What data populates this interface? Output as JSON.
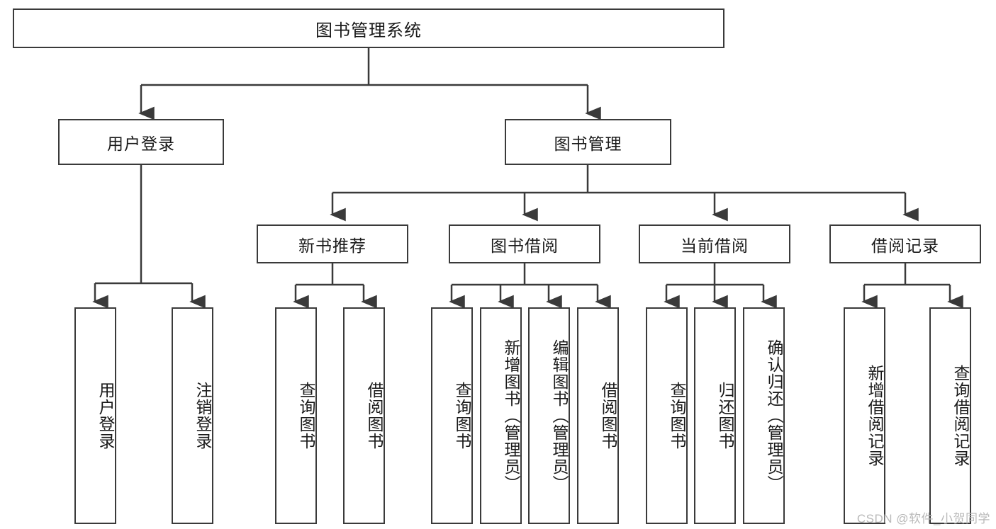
{
  "diagram": {
    "title": "图书管理系统",
    "watermark": "CSDN @软件_小贺同学",
    "colors": {
      "stroke": "#3a3a3a",
      "box_fill": "#ffffff",
      "text": "#1a1a1a",
      "watermark": "#b9b9b9",
      "background": "#ffffff"
    },
    "levels": {
      "level1": [
        {
          "id": "root",
          "label": "图书管理系统"
        }
      ],
      "level2": [
        {
          "id": "user-login",
          "label": "用户登录"
        },
        {
          "id": "book-manage",
          "label": "图书管理"
        }
      ],
      "level3": [
        {
          "id": "new-book-recommend",
          "label": "新书推荐"
        },
        {
          "id": "book-borrow",
          "label": "图书借阅"
        },
        {
          "id": "current-borrow",
          "label": "当前借阅"
        },
        {
          "id": "borrow-record",
          "label": "借阅记录"
        }
      ],
      "level4": [
        {
          "id": "leaf-user-login",
          "label": "用户登录",
          "parent": "user-login"
        },
        {
          "id": "leaf-logout-login",
          "label": "注销登录",
          "parent": "user-login"
        },
        {
          "id": "leaf-query-book-1",
          "label": "查询图书",
          "parent": "new-book-recommend"
        },
        {
          "id": "leaf-borrow-book-1",
          "label": "借阅图书",
          "parent": "new-book-recommend"
        },
        {
          "id": "leaf-query-book-2",
          "label": "查询图书",
          "parent": "book-borrow"
        },
        {
          "id": "leaf-add-book",
          "label": "新增图书（管理员）",
          "parent": "book-borrow"
        },
        {
          "id": "leaf-edit-book",
          "label": "编辑图书（管理员）",
          "parent": "book-borrow"
        },
        {
          "id": "leaf-borrow-book-2",
          "label": "借阅图书",
          "parent": "book-borrow"
        },
        {
          "id": "leaf-query-book-3",
          "label": "查询图书",
          "parent": "current-borrow"
        },
        {
          "id": "leaf-return-book",
          "label": "归还图书",
          "parent": "current-borrow"
        },
        {
          "id": "leaf-confirm-return",
          "label": "确认归还（管理员）",
          "parent": "current-borrow"
        },
        {
          "id": "leaf-add-record",
          "label": "新增借阅记录",
          "parent": "borrow-record"
        },
        {
          "id": "leaf-query-record",
          "label": "查询借阅记录",
          "parent": "borrow-record"
        }
      ]
    }
  }
}
